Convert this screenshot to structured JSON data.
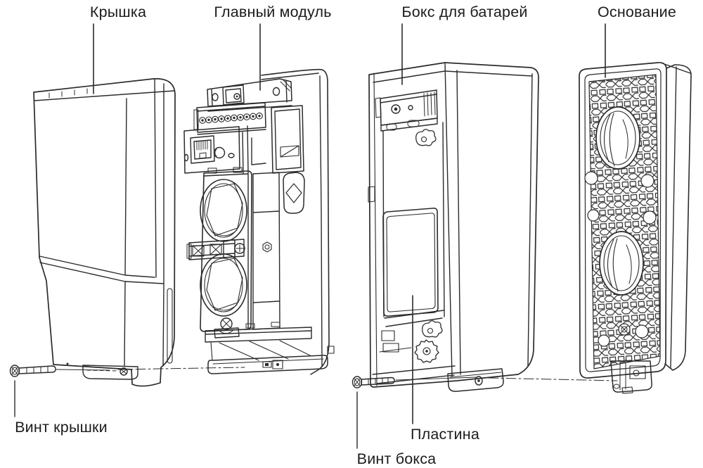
{
  "diagram": {
    "background": "#ffffff",
    "line_color": "#2b2b2b",
    "labels": {
      "cover": "Крышка",
      "main_module": "Главный модуль",
      "battery_box": "Бокс для батарей",
      "base": "Основание",
      "cover_screw": "Винт крышки",
      "plate": "Пластина",
      "box_screw": "Винт бокса"
    }
  }
}
